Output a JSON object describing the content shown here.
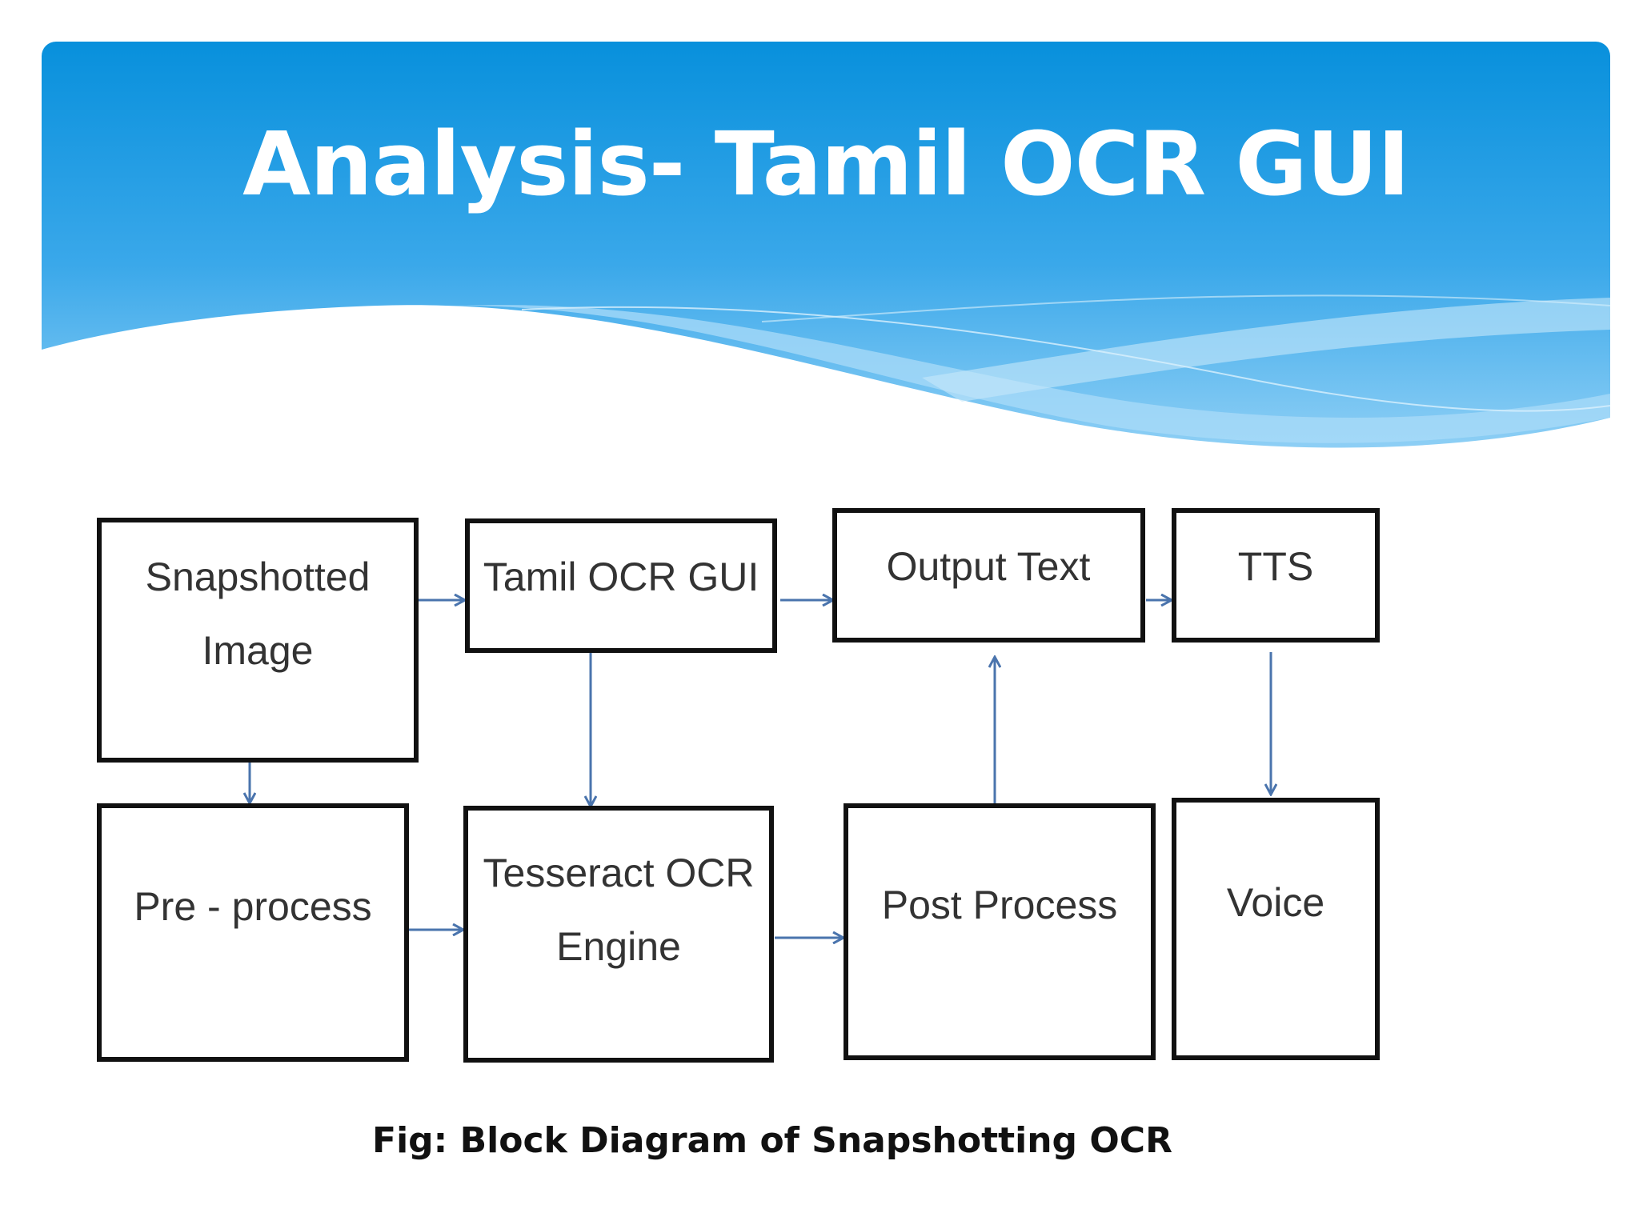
{
  "slide": {
    "title": "Analysis- Tamil OCR GUI",
    "caption": "Fig:  Block Diagram of Snapshotting OCR",
    "colors": {
      "banner_dark": "#0890dc",
      "banner_light": "#8ecff5",
      "box_border": "#111111",
      "arrow": "#4a74ad"
    }
  },
  "diagram": {
    "nodes": {
      "snapshotted_image": {
        "line1": "Snapshotted",
        "line2": "Image"
      },
      "tamil_ocr_gui": {
        "label": "Tamil OCR GUI"
      },
      "output_text": {
        "label": "Output Text"
      },
      "tts": {
        "label": "TTS"
      },
      "pre_process": {
        "label": "Pre - process"
      },
      "tesseract_engine": {
        "line1": "Tesseract OCR",
        "line2": "Engine"
      },
      "post_process": {
        "label": "Post Process"
      },
      "voice": {
        "label": "Voice"
      }
    },
    "edges": [
      {
        "from": "snapshotted_image",
        "to": "tamil_ocr_gui"
      },
      {
        "from": "tamil_ocr_gui",
        "to": "output_text"
      },
      {
        "from": "output_text",
        "to": "tts"
      },
      {
        "from": "snapshotted_image",
        "to": "pre_process"
      },
      {
        "from": "tamil_ocr_gui",
        "to": "tesseract_engine"
      },
      {
        "from": "pre_process",
        "to": "tesseract_engine"
      },
      {
        "from": "tesseract_engine",
        "to": "post_process"
      },
      {
        "from": "post_process",
        "to": "output_text"
      },
      {
        "from": "tts",
        "to": "voice"
      }
    ]
  }
}
